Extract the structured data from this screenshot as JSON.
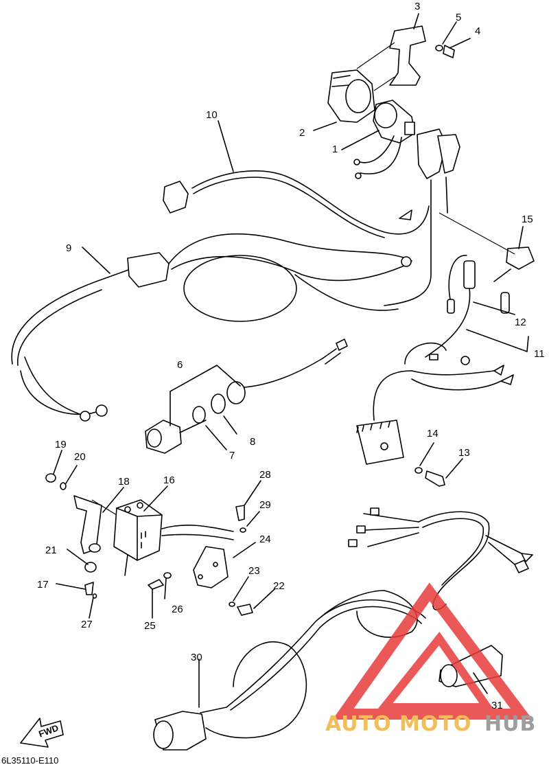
{
  "diagram_code": "6L35110-E110",
  "fwd_label": "FWD",
  "watermark": {
    "auto": "AUTO",
    "moto": "MOTO",
    "hub": "HUB",
    "color_orange": "#f2b23a",
    "color_grey": "#8c8c8c",
    "color_red": "#e83b3b"
  },
  "callouts": {
    "c1": "1",
    "c2": "2",
    "c3": "3",
    "c4": "4",
    "c5": "5",
    "c6": "6",
    "c7": "7",
    "c8": "8",
    "c9": "9",
    "c10": "10",
    "c11": "11",
    "c12": "12",
    "c13": "13",
    "c14": "14",
    "c15": "15",
    "c16": "16",
    "c17": "17",
    "c18": "18",
    "c19": "19",
    "c20": "20",
    "c21": "21",
    "c22": "22",
    "c23": "23",
    "c24": "24",
    "c25": "25",
    "c26": "26",
    "c27": "27",
    "c28": "28",
    "c29": "29",
    "c30": "30",
    "c31": "31"
  }
}
